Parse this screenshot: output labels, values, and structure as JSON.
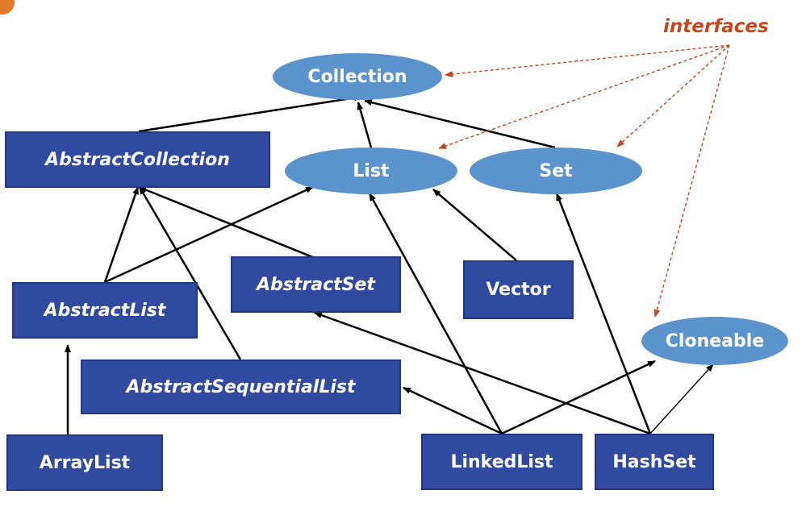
{
  "legend": {
    "label": "interfaces",
    "color": "#c4471d"
  },
  "colors": {
    "class_fill": "#2f4a9e",
    "interface_fill": "#5b94cc",
    "edge": "#000000"
  },
  "nodes": {
    "collection": {
      "label": "Collection",
      "kind": "interface"
    },
    "list": {
      "label": "List",
      "kind": "interface"
    },
    "set": {
      "label": "Set",
      "kind": "interface"
    },
    "cloneable": {
      "label": "Cloneable",
      "kind": "interface"
    },
    "abstract_collection": {
      "label": "AbstractCollection",
      "kind": "abstract-class"
    },
    "abstract_list": {
      "label": "AbstractList",
      "kind": "abstract-class"
    },
    "abstract_set": {
      "label": "AbstractSet",
      "kind": "abstract-class"
    },
    "abstract_sequential_list": {
      "label": "AbstractSequentialList",
      "kind": "abstract-class"
    },
    "vector": {
      "label": "Vector",
      "kind": "class"
    },
    "array_list": {
      "label": "ArrayList",
      "kind": "class"
    },
    "linked_list": {
      "label": "LinkedList",
      "kind": "class"
    },
    "hash_set": {
      "label": "HashSet",
      "kind": "class"
    }
  },
  "edges": [
    {
      "from": "abstract_collection",
      "to": "collection"
    },
    {
      "from": "list",
      "to": "collection"
    },
    {
      "from": "set",
      "to": "collection"
    },
    {
      "from": "abstract_list",
      "to": "abstract_collection"
    },
    {
      "from": "abstract_list",
      "to": "list"
    },
    {
      "from": "abstract_set",
      "to": "abstract_collection"
    },
    {
      "from": "abstract_sequential_list",
      "to": "abstract_collection"
    },
    {
      "from": "array_list",
      "to": "abstract_list"
    },
    {
      "from": "vector",
      "to": "list"
    },
    {
      "from": "linked_list",
      "to": "list"
    },
    {
      "from": "linked_list",
      "to": "abstract_sequential_list"
    },
    {
      "from": "linked_list",
      "to": "cloneable"
    },
    {
      "from": "hash_set",
      "to": "set"
    },
    {
      "from": "hash_set",
      "to": "abstract_set"
    },
    {
      "from": "hash_set",
      "to": "cloneable"
    }
  ],
  "interface_pointers": [
    "collection",
    "list",
    "set",
    "cloneable"
  ]
}
